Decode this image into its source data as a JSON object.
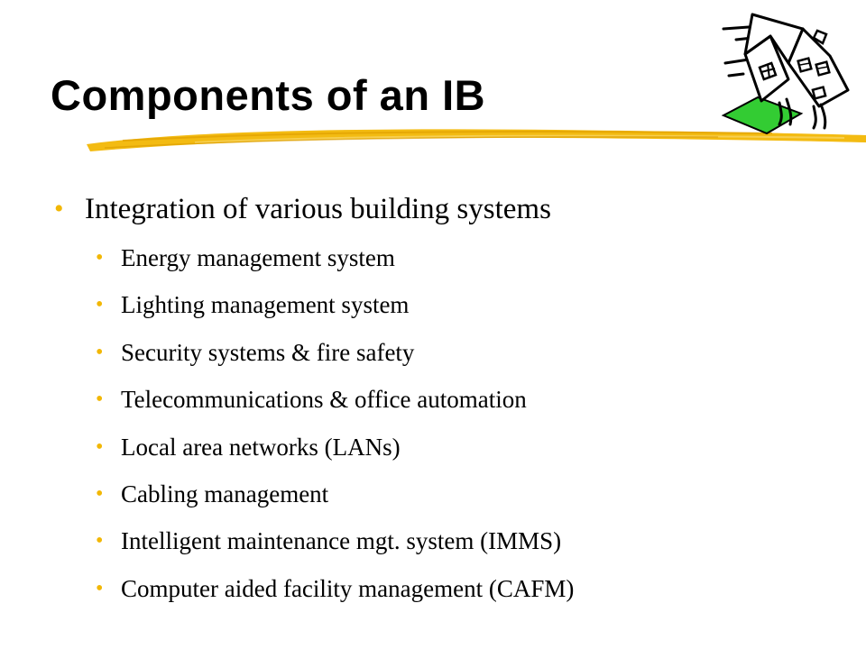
{
  "slide": {
    "title": "Components of an IB",
    "accent_color": "#f2b705",
    "bullet_icon": "bullet-dot",
    "decoration_icon": "house-icon",
    "bullets": [
      {
        "level": 1,
        "text": "Integration of various building systems"
      },
      {
        "level": 2,
        "text": "Energy management system"
      },
      {
        "level": 2,
        "text": "Lighting management system"
      },
      {
        "level": 2,
        "text": "Security systems & fire safety"
      },
      {
        "level": 2,
        "text": "Telecommunications & office automation"
      },
      {
        "level": 2,
        "text": "Local area networks (LANs)"
      },
      {
        "level": 2,
        "text": "Cabling management"
      },
      {
        "level": 2,
        "text": "Intelligent maintenance mgt. system (IMMS)"
      },
      {
        "level": 2,
        "text": "Computer aided facility management (CAFM)"
      }
    ]
  }
}
